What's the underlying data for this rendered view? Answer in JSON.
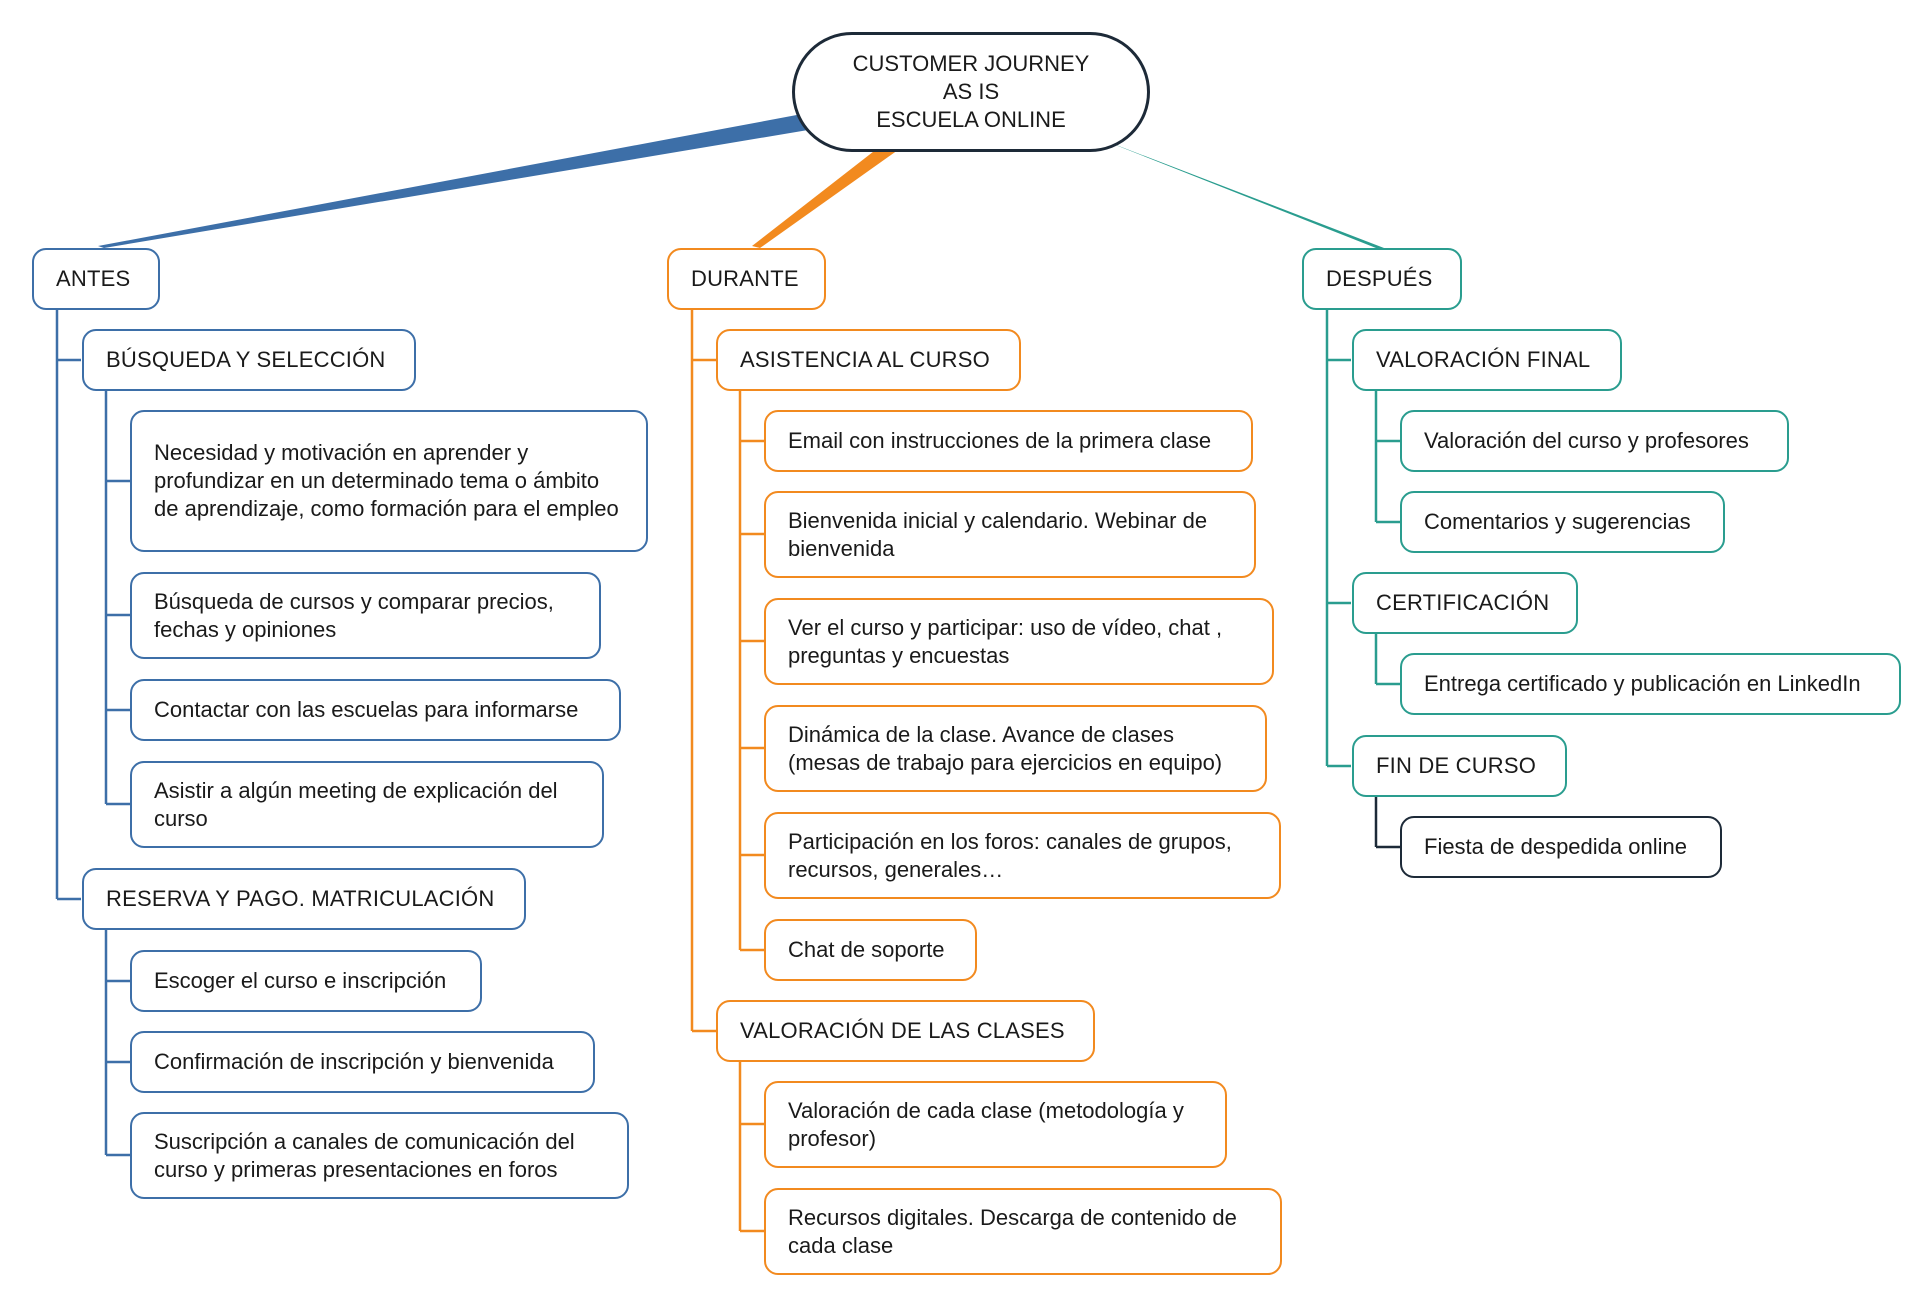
{
  "root": {
    "lines": [
      "CUSTOMER JOURNEY",
      "AS IS",
      "ESCUELA ONLINE"
    ]
  },
  "colors": {
    "antes": "#3d6fa8",
    "durante": "#f28a1f",
    "despues": "#2a9d8f",
    "dark": "#1d2a38"
  },
  "antes": {
    "label": "ANTES",
    "groups": [
      {
        "label": "BÚSQUEDA Y SELECCIÓN",
        "items": [
          "Necesidad y motivación en aprender y profundizar en un determinado tema o ámbito de aprendizaje, como formación para el empleo",
          "Búsqueda de cursos y comparar precios, fechas y opiniones",
          "Contactar con las escuelas para informarse",
          "Asistir a algún meeting de explicación del curso"
        ]
      },
      {
        "label": "RESERVA Y PAGO. MATRICULACIÓN",
        "items": [
          "Escoger el curso e inscripción",
          "Confirmación de inscripción y bienvenida",
          "Suscripción a  canales de comunicación del curso y primeras presentaciones en foros"
        ]
      }
    ]
  },
  "durante": {
    "label": "DURANTE",
    "groups": [
      {
        "label": "ASISTENCIA AL CURSO",
        "items": [
          "Email con instrucciones de la primera clase",
          "Bienvenida inicial y calendario. Webinar de bienvenida",
          "Ver el curso y participar: uso de vídeo, chat , preguntas y encuestas",
          "Dinámica de la clase. Avance de clases (mesas de trabajo para ejercicios en equipo)",
          "Participación en los foros: canales de grupos, recursos, generales…",
          "Chat de soporte"
        ]
      },
      {
        "label": "VALORACIÓN DE LAS CLASES",
        "items": [
          "Valoración de cada clase (metodología y profesor)",
          "Recursos digitales. Descarga de contenido de cada clase"
        ]
      }
    ]
  },
  "despues": {
    "label": "DESPUÉS",
    "groups": [
      {
        "label": "VALORACIÓN FINAL",
        "items": [
          "Valoración del curso y profesores",
          "Comentarios y sugerencias"
        ]
      },
      {
        "label": "CERTIFICACIÓN",
        "items": [
          "Entrega certificado y publicación en LinkedIn"
        ]
      },
      {
        "label": "FIN DE CURSO",
        "items": [
          "Fiesta de despedida online"
        ]
      }
    ]
  }
}
